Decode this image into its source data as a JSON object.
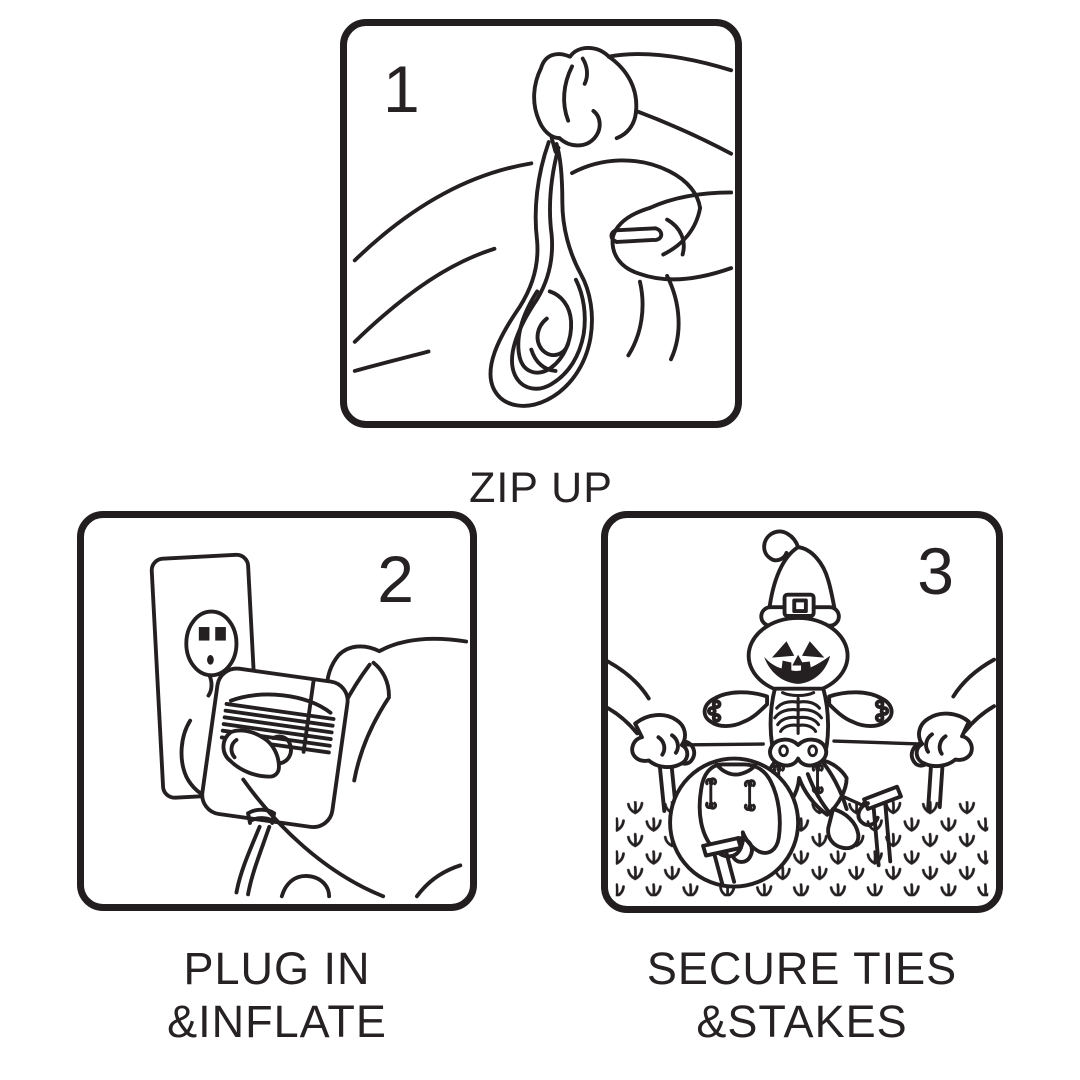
{
  "page": {
    "background": "#ffffff",
    "ink": "#241f20"
  },
  "steps": [
    {
      "number": "1",
      "caption_line1": "ZIP UP",
      "caption_line2": "",
      "illustration": "hands-zipping-up-inflatable-fabric"
    },
    {
      "number": "2",
      "caption_line1": "PLUG IN",
      "caption_line2": "&INFLATE",
      "illustration": "hand-plugging-adapter-into-wall-outlet"
    },
    {
      "number": "3",
      "caption_line1": "SECURE TIES",
      "caption_line2": "&STAKES",
      "illustration": "hands-securing-ties-and-stakes-of-inflatable-pumpkin-skeleton"
    }
  ]
}
